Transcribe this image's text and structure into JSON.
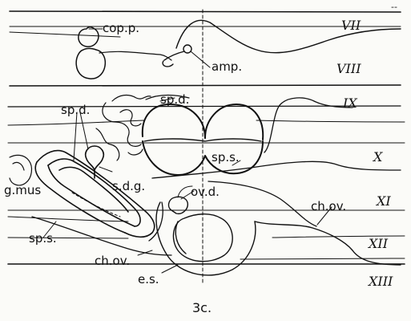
{
  "figure": {
    "caption": "3c.",
    "corner_mark": "--"
  },
  "labels": {
    "cop_p": "cop.p.",
    "amp": "amp.",
    "sp_d_upper": "sp.d.",
    "sp_d_left": "sp.d.",
    "sp_s_center": "sp.s.",
    "s_d_g": "s.d.g.",
    "ov_d": "ov.d.",
    "g_mus": "g.mus",
    "ch_ov_right": "ch.ov.",
    "sp_s_left": "sp.s.",
    "ch_ov_lower": "ch.ov.",
    "e_s": "e.s."
  },
  "segments": [
    "VII",
    "VIII",
    "IX",
    "X",
    "XI",
    "XII",
    "XIII"
  ]
}
